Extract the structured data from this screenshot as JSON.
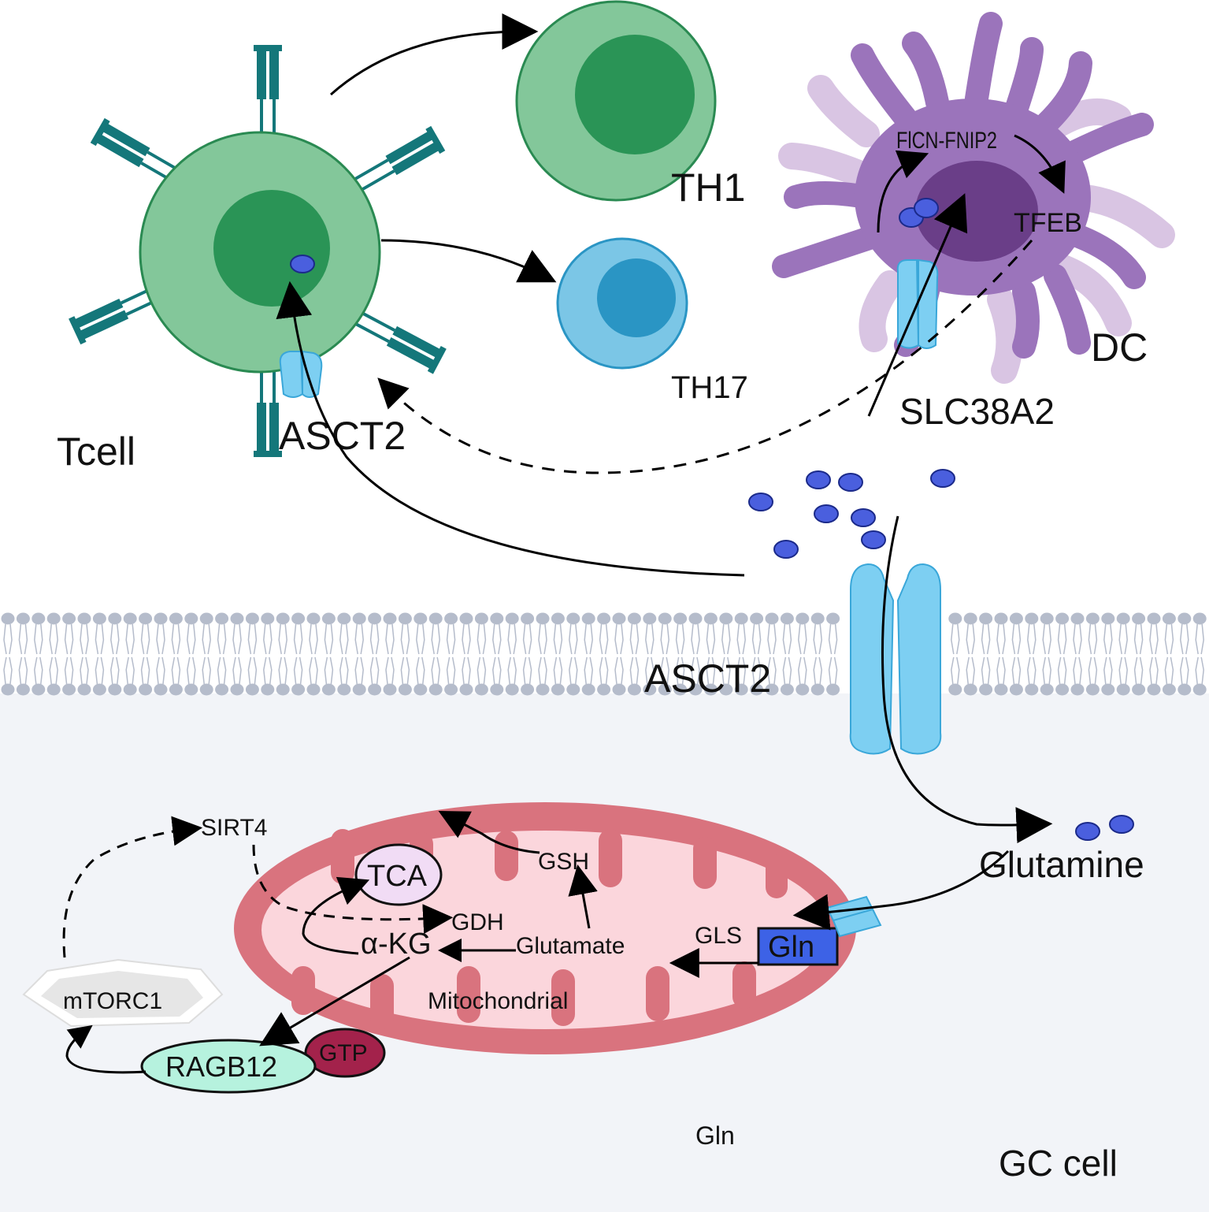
{
  "labels": {
    "tcell": "Tcell",
    "asct2_tcell": "ASCT2",
    "th1": "TH1",
    "th17": "TH17",
    "dc": "DC",
    "flcn_fnip2": "FlCN-FNIP2",
    "tfeb": "TFEB",
    "slc38a2": "SLC38A2",
    "asct2_membrane": "ASCT2",
    "glutamine": "Glutamine",
    "sirt4": "SIRT4",
    "tca": "TCA",
    "gsh": "GSH",
    "gdh": "GDH",
    "alpha_kg": "α-KG",
    "glutamate": "Glutamate",
    "gls": "GLS",
    "gln_box": "Gln",
    "mitochondrial": "Mitochondrial",
    "mtorc1": "mTORC1",
    "ragb12": "RAGB12",
    "gtp": "GTP",
    "gln_bottom": "Gln",
    "gc_cell": "GC cell"
  },
  "colors": {
    "tcell_outer": "#83c79a",
    "tcell_inner": "#2a9456",
    "receptor": "#14777a",
    "th17_outer": "#7bc6e6",
    "th17_inner": "#2a95c4",
    "dc_body": "#9b74bb",
    "dc_inner": "#6a3e88",
    "dc_arms_faded": "#d9c5e3",
    "transporter": "#7dcff2",
    "glutamine_dot": "#4a5fde",
    "membrane_head": "#b5bccb",
    "cytoplasm": "#f2f4f8",
    "mito_outer": "#d9737e",
    "mito_inner": "#fbd6dc",
    "tca_fill": "#f1dcf5",
    "gln_box": "#3d62e6",
    "ragb12_fill": "#b6f2de",
    "gtp_fill": "#a3224b",
    "mtorc1_fill": "#e6e6e6"
  }
}
